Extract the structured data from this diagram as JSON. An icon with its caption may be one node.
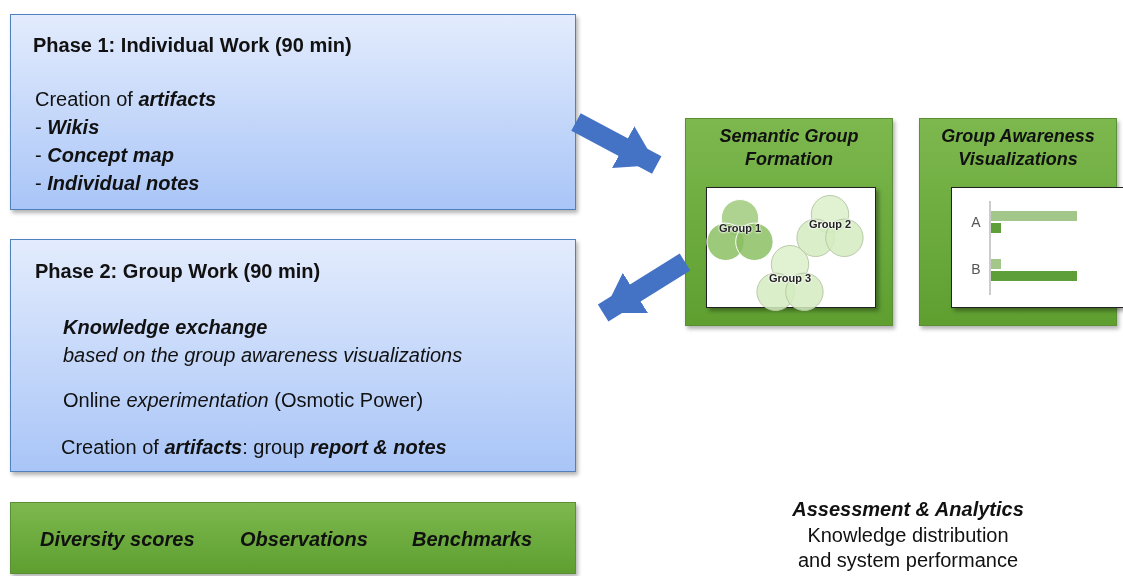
{
  "diagram": {
    "nodes": [
      {
        "text": [
          "Phase 1: Individual Work (90 min)",
          "Creation of **artifacts**",
          "- **Wikis**",
          "- **Concept map**",
          "- **Individual notes**"
        ]
      },
      {
        "text": [
          "Phase 2: Group Work (90 min)",
          "Knowledge exchange",
          "based on the group awareness visualizations",
          "Online *experimentation* (Osmotic Power)",
          "Creation of **artifacts**: group **report & notes**"
        ]
      },
      {
        "text": [
          "Semantic Group Formation"
        ]
      },
      {
        "text": [
          "Group 1"
        ],
        "in": 2
      },
      {
        "text": [
          "Group 2"
        ],
        "in": 2
      },
      {
        "text": [
          "Group 3"
        ],
        "in": 2
      },
      {
        "text": [
          "Group Awareness Visualizations"
        ]
      },
      {
        "text": [
          "Diversity scores",
          "Observations",
          "Benchmarks"
        ]
      }
    ],
    "edges": [
      {
        "from": 0,
        "to": 2,
        "arrow": "to"
      },
      {
        "from": 2,
        "to": 1,
        "arrow": "to"
      }
    ],
    "labels": [
      "A",
      "B",
      "Assessment & Analytics",
      "Knowledge distribution and system performance"
    ]
  }
}
